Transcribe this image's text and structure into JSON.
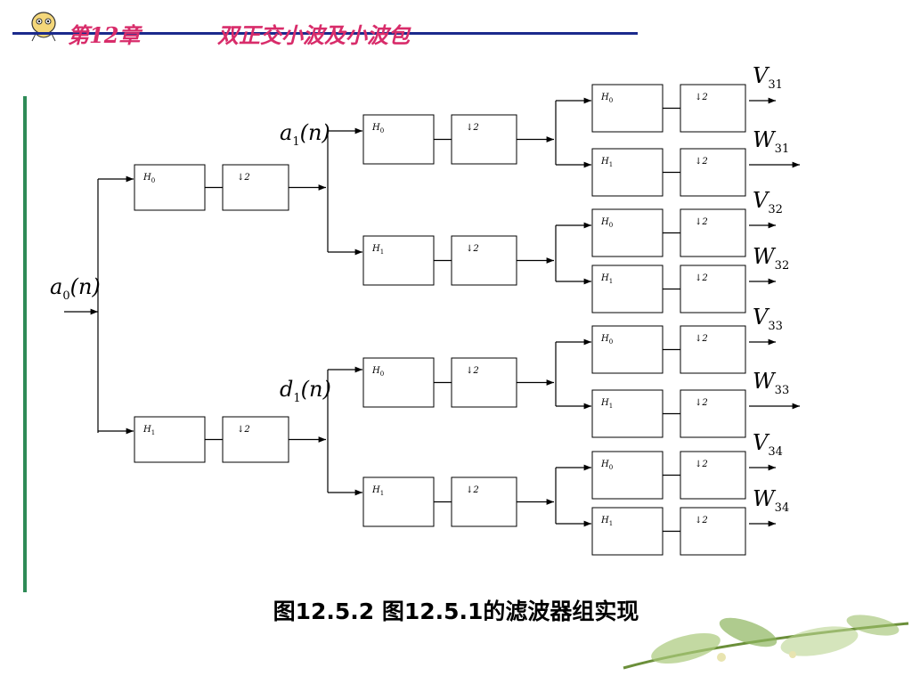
{
  "header": {
    "chapter": "第12章",
    "title": "双正交小波及小波包"
  },
  "diagram": {
    "input_label": {
      "base": "a",
      "sub": "0",
      "tail": "(n)"
    },
    "level1_labels": [
      {
        "base": "a",
        "sub": "1",
        "tail": "(n)"
      },
      {
        "base": "d",
        "sub": "1",
        "tail": "(n)"
      }
    ],
    "filter_low": {
      "base": "H",
      "sub": "0"
    },
    "filter_high": {
      "base": "H",
      "sub": "1"
    },
    "downsample": "↓2",
    "outputs": [
      {
        "base": "V",
        "sub": "31"
      },
      {
        "base": "W",
        "sub": "31"
      },
      {
        "base": "V",
        "sub": "32"
      },
      {
        "base": "W",
        "sub": "32"
      },
      {
        "base": "V",
        "sub": "33"
      },
      {
        "base": "W",
        "sub": "33"
      },
      {
        "base": "V",
        "sub": "34"
      },
      {
        "base": "W",
        "sub": "34"
      }
    ]
  },
  "caption": "图12.5.2  图12.5.1的滤波器组实现"
}
